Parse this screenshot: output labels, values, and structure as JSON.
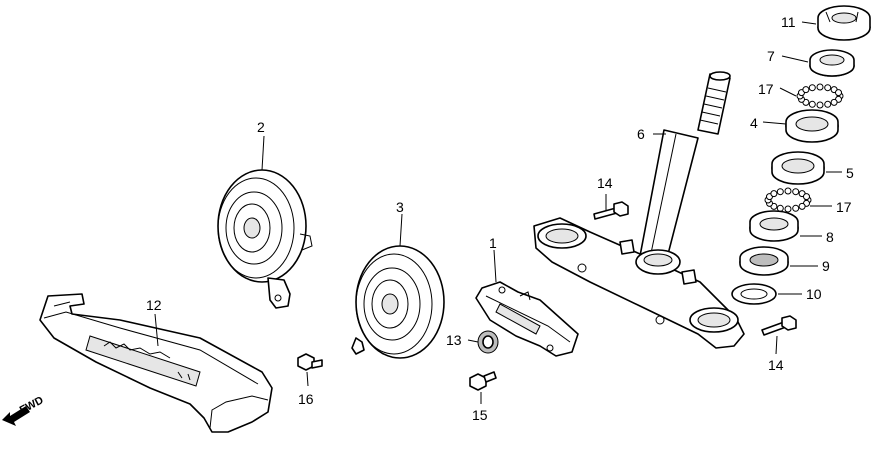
{
  "fwd_label": "FWD",
  "callouts": [
    {
      "id": "1",
      "label": "1"
    },
    {
      "id": "2",
      "label": "2"
    },
    {
      "id": "3",
      "label": "3"
    },
    {
      "id": "4",
      "label": "4"
    },
    {
      "id": "5",
      "label": "5"
    },
    {
      "id": "6",
      "label": "6"
    },
    {
      "id": "7",
      "label": "7"
    },
    {
      "id": "8",
      "label": "8"
    },
    {
      "id": "9",
      "label": "9"
    },
    {
      "id": "10",
      "label": "10"
    },
    {
      "id": "11",
      "label": "11"
    },
    {
      "id": "12",
      "label": "12"
    },
    {
      "id": "13",
      "label": "13"
    },
    {
      "id": "14a",
      "label": "14"
    },
    {
      "id": "14b",
      "label": "14"
    },
    {
      "id": "15",
      "label": "15"
    },
    {
      "id": "16",
      "label": "16"
    },
    {
      "id": "17a",
      "label": "17"
    },
    {
      "id": "17b",
      "label": "17"
    }
  ]
}
